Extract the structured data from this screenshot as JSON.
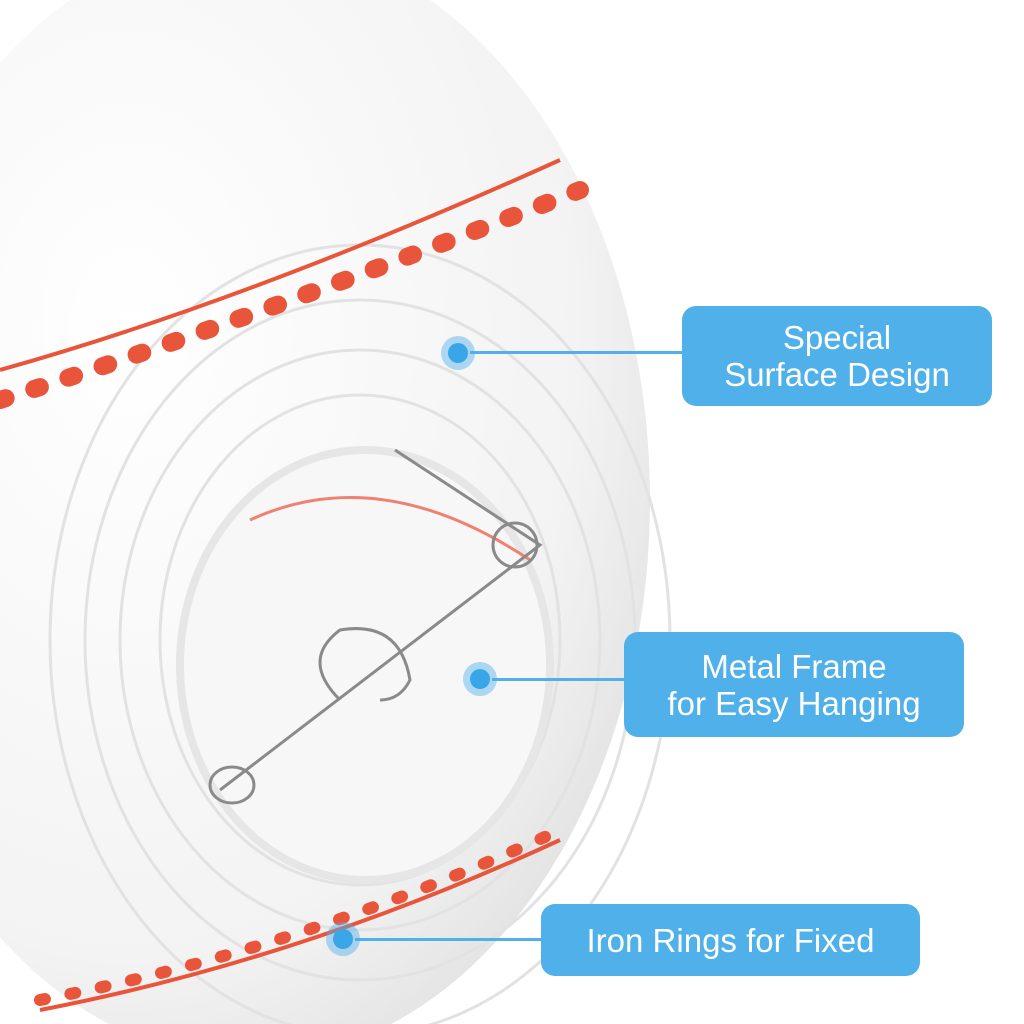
{
  "callouts": [
    {
      "line1": "Special",
      "line2": "Surface Design"
    },
    {
      "line1": "Metal Frame",
      "line2": "for Easy Hanging"
    },
    {
      "line1": "Iron Rings for Fixed"
    }
  ],
  "colors": {
    "accent": "#4fb0ea",
    "stitch": "#e8553a"
  }
}
